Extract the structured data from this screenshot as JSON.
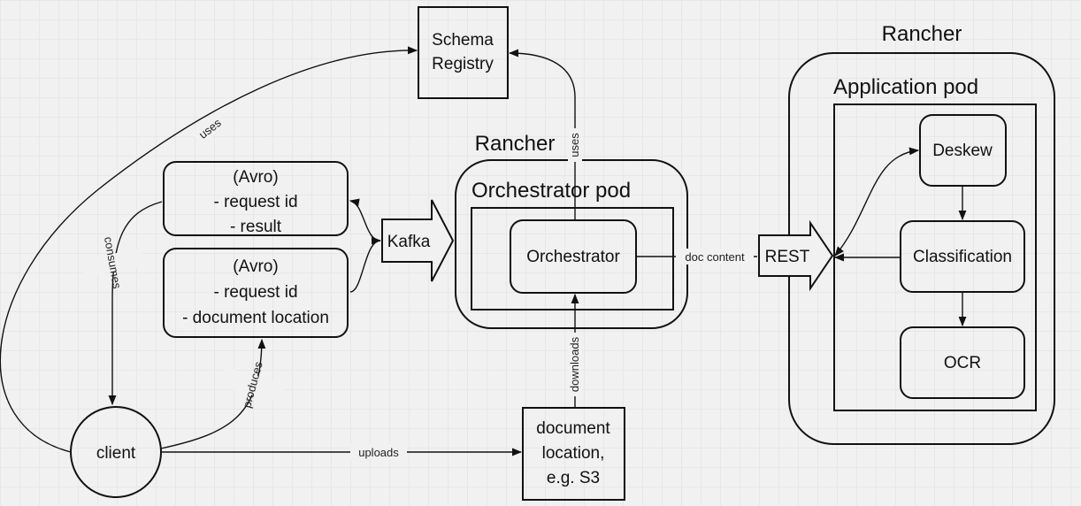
{
  "nodes": {
    "schema_registry": {
      "lines": [
        "Schema",
        "Registry"
      ]
    },
    "avro_result": {
      "lines": [
        "(Avro)",
        "- request id",
        "- result"
      ]
    },
    "avro_request": {
      "lines": [
        "(Avro)",
        "- request id",
        "- document location"
      ]
    },
    "kafka": {
      "label": "Kafka"
    },
    "rancher_left": {
      "label": "Rancher"
    },
    "orchestrator_pod": {
      "label": "Orchestrator pod"
    },
    "orchestrator": {
      "label": "Orchestrator"
    },
    "client": {
      "label": "client"
    },
    "document_location": {
      "lines": [
        "document",
        "location,",
        "e.g. S3"
      ]
    },
    "rest": {
      "label": "REST"
    },
    "rancher_right": {
      "label": "Rancher"
    },
    "application_pod": {
      "label": "Application pod"
    },
    "deskew": {
      "label": "Deskew"
    },
    "classification": {
      "label": "Classification"
    },
    "ocr": {
      "label": "OCR"
    }
  },
  "edges": {
    "uses_client": "uses",
    "uses_orchestrator": "uses",
    "consumes": "consumes",
    "produces": "produces",
    "uploads": "uploads",
    "downloads": "downloads",
    "doc_content": "doc content"
  }
}
